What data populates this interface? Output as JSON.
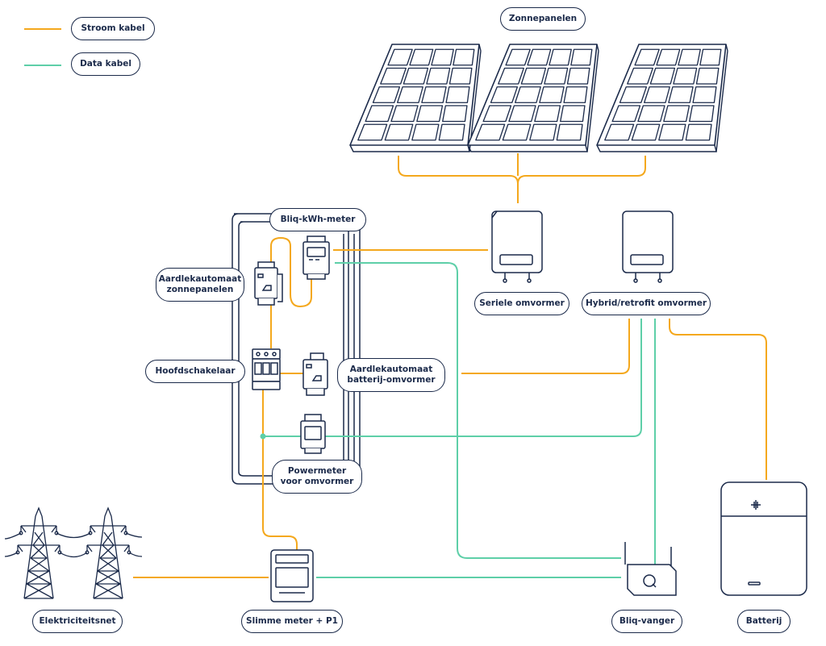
{
  "colors": {
    "power": "#f4a81d",
    "data": "#5ecfa8",
    "ink": "#1b2a4a"
  },
  "legend": {
    "power_label": "Stroom kabel",
    "data_label": "Data kabel"
  },
  "labels": {
    "solar_panels": "Zonnepanelen",
    "bliq_kwh_meter": "Bliq-kWh-meter",
    "rcbo_solar_line1": "Aardlekautomaat",
    "rcbo_solar_line2": "zonnepanelen",
    "main_switch": "Hoofdschakelaar",
    "rcbo_battery_line1": "Aardlekautomaat",
    "rcbo_battery_line2": "batterij-omvormer",
    "powermeter_line1": "Powermeter",
    "powermeter_line2": "voor omvormer",
    "serial_inverter": "Seriele omvormer",
    "hybrid_inverter": "Hybrid/retrofit omvormer",
    "grid": "Elektriciteitsnet",
    "smart_meter": "Slimme meter + P1",
    "bliq_catcher": "Bliq-vanger",
    "battery": "Batterij"
  },
  "icons": {
    "battery_plus": "plus-icon",
    "battery_minus": "minus-icon",
    "catcher_logo": "bliq-logo-icon"
  }
}
